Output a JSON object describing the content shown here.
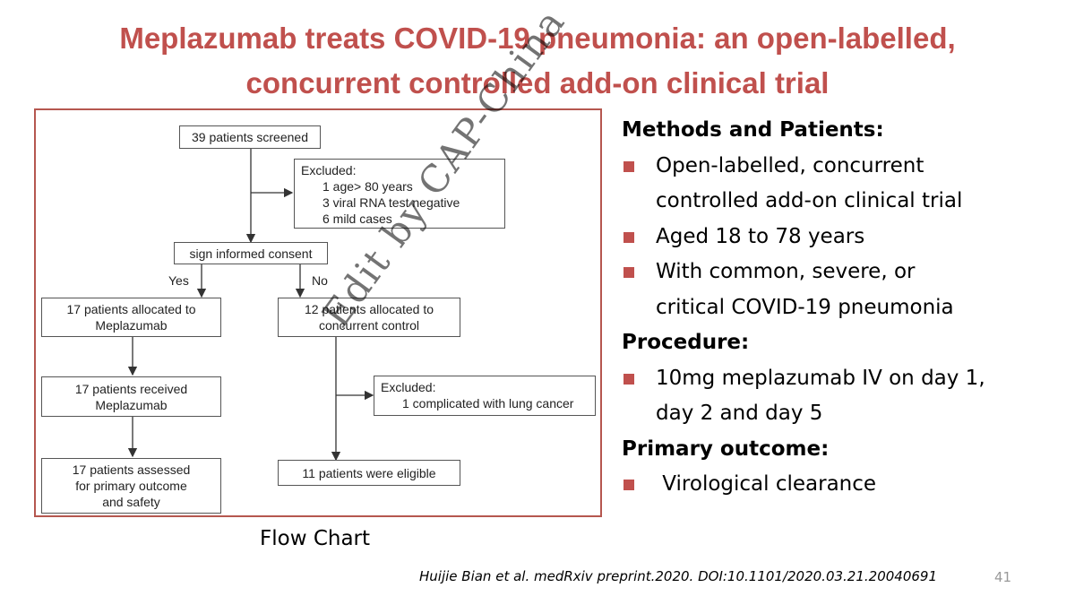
{
  "slide": {
    "title_line1": "Meplazumab treats COVID-19 pneumonia: an open-labelled,",
    "title_line2": "concurrent controlled add-on clinical trial",
    "page_number": "41",
    "citation": "Huijie Bian et al. medRxiv preprint.2020. DOI:10.1101/2020.03.21.20040691",
    "watermark": "Edit by CAP-China",
    "accent_color": "#c0504d"
  },
  "flowchart": {
    "caption": "Flow Chart",
    "screened": "39 patients screened",
    "excluded1": {
      "title": "Excluded:",
      "items": [
        "1 age> 80 years",
        "3 viral RNA test negative",
        "6 mild cases"
      ]
    },
    "consent": "sign informed consent",
    "yes_label": "Yes",
    "no_label": "No",
    "allocated_mep": [
      "17 patients allocated to",
      "Meplazumab"
    ],
    "allocated_control": [
      "12 patients allocated to",
      "concurrent control"
    ],
    "received": [
      "17 patients received",
      "Meplazumab"
    ],
    "excluded2": {
      "title": "Excluded:",
      "items": [
        "1 complicated with lung cancer"
      ]
    },
    "assessed": [
      "17 patients assessed",
      "for primary outcome",
      "and safety"
    ],
    "eligible": "11 patients were eligible"
  },
  "summary": {
    "methods_heading": "Methods and Patients:",
    "methods_bullets": [
      [
        "Open-labelled, concurrent",
        "controlled add-on clinical trial"
      ],
      [
        "Aged 18 to 78 years"
      ],
      [
        "With common, severe, or",
        "critical COVID-19 pneumonia"
      ]
    ],
    "procedure_heading": "Procedure:",
    "procedure_bullets": [
      [
        "10mg meplazumab IV on day 1,",
        "day 2 and day 5"
      ]
    ],
    "outcome_heading": "Primary outcome:",
    "outcome_bullets": [
      [
        " Virological clearance"
      ]
    ]
  }
}
